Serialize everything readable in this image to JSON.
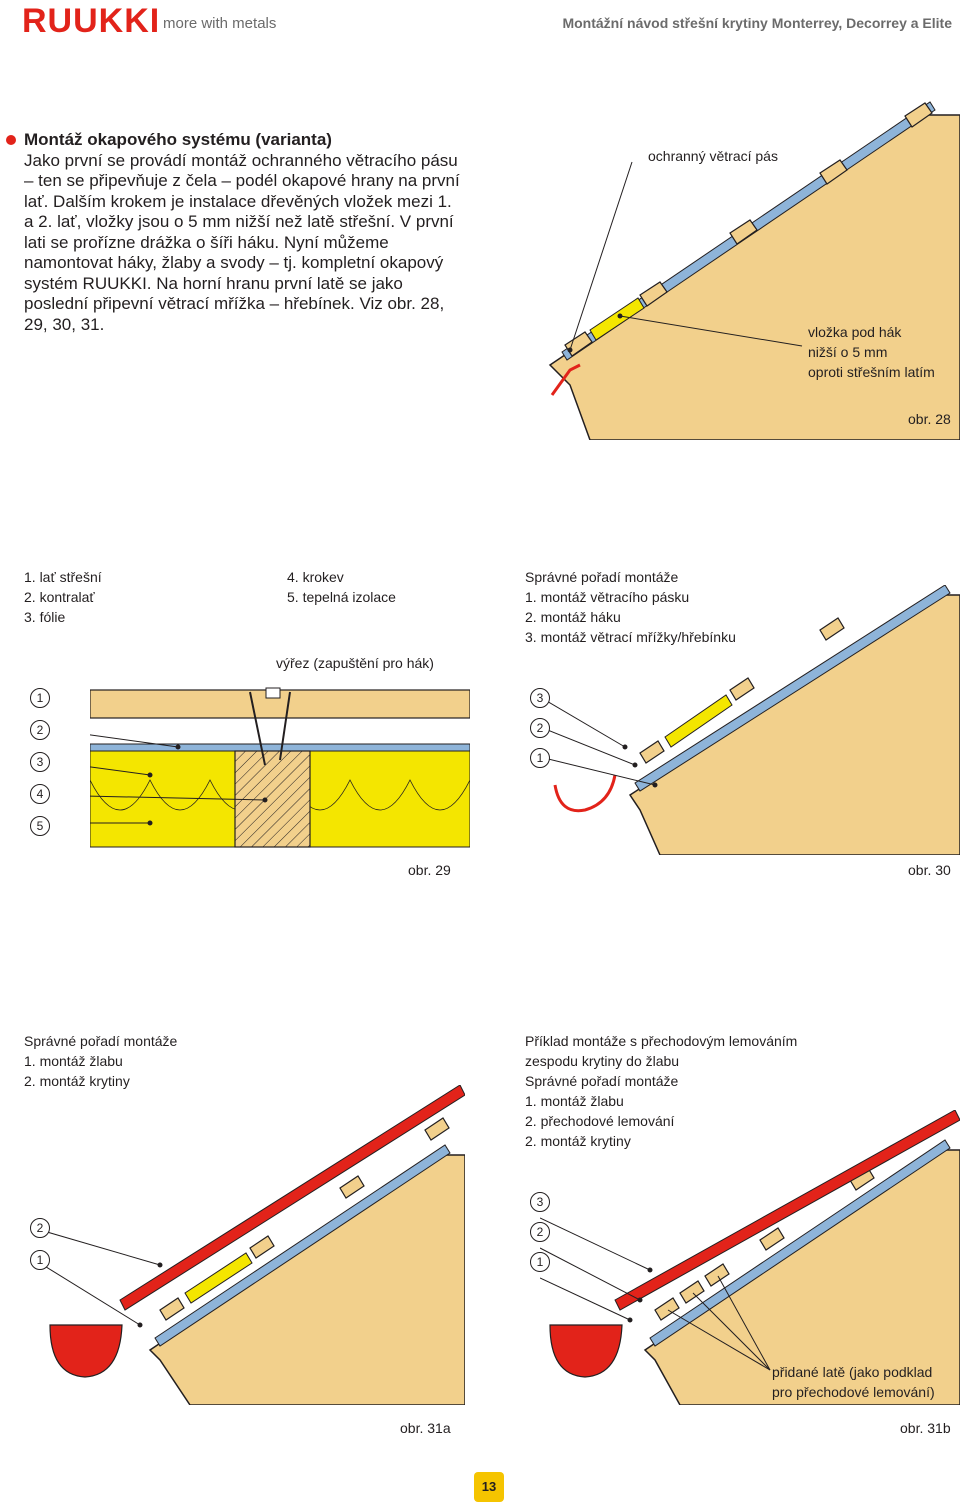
{
  "header": {
    "logo": "RUUKKI",
    "tagline": "more with metals",
    "doc_title": "Montážní návod střešní krytiny Monterrey, Decorrey a Elite"
  },
  "intro": {
    "heading": "Montáž okapového systému (varianta)",
    "body": "Jako první se provádí montáž ochranného větracího pásu – ten se připevňuje z čela – podél okapové hrany na první lať. Dalším krokem je instalace dřevěných vložek mezi 1. a 2. lať, vložky jsou o 5 mm nižší než latě střešní. V první lati se prořízne drážka o šíři háku. Nyní můžeme namontovat háky, žlaby a svody – tj. kompletní okapový systém RUUKKI. Na horní hranu první latě se jako poslední připevní větrací mřížka – hřebínek. Viz obr. 28, 29, 30, 31."
  },
  "fig28": {
    "label_top": "ochranný větrací pás",
    "label_side": [
      "vložka pod hák",
      "nižší o 5 mm",
      "oproti střešním latím"
    ],
    "caption": "obr. 28"
  },
  "fig29": {
    "legend_left": [
      "1. lať střešní",
      "2. kontralať",
      "3. fólie"
    ],
    "legend_right": [
      "4. krokev",
      "5. tepelná izolace"
    ],
    "cut_label": "výřez (zapuštění pro hák)",
    "markers": [
      "1",
      "2",
      "3",
      "4",
      "5"
    ],
    "caption": "obr. 29"
  },
  "fig30": {
    "legend": [
      "Správné pořadí montáže",
      "1. montáž větracího pásku",
      "2. montáž háku",
      "3. montáž větrací mřížky/hřebínku"
    ],
    "markers": [
      "3",
      "2",
      "1"
    ],
    "caption": "obr. 30"
  },
  "fig31a": {
    "legend": [
      "Správné pořadí montáže",
      "1. montáž žlabu",
      "2. montáž krytiny"
    ],
    "markers": [
      "2",
      "1"
    ],
    "caption": "obr. 31a"
  },
  "fig31b": {
    "legend": [
      "Příklad montáže s přechodovým lemováním",
      "zespodu krytiny do žlabu",
      "Správné pořadí montáže",
      "1. montáž žlabu",
      "2. přechodové lemování",
      "2. montáž krytiny"
    ],
    "markers": [
      "3",
      "2",
      "1"
    ],
    "added_label": [
      "přidané latě (jako podklad",
      "pro přechodové lemování)"
    ],
    "caption": "obr. 31b"
  },
  "page_number": "13",
  "colors": {
    "brand_red": "#e2231a",
    "wood": "#f2d08c",
    "insulation": "#f4e600",
    "foil": "#8eb4d9",
    "page_badge": "#f5c400"
  }
}
